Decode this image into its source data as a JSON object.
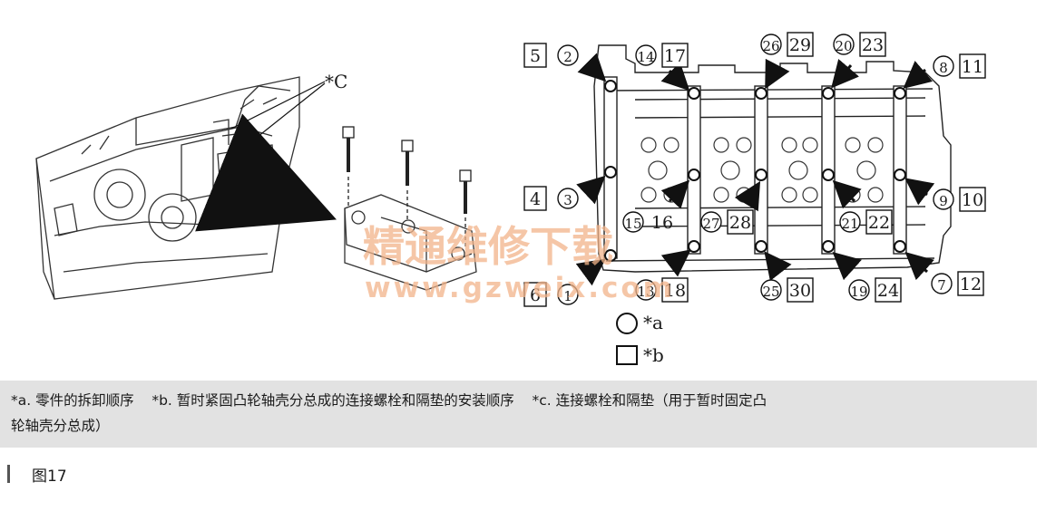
{
  "figure": {
    "label_c": "*C",
    "bolt_labels": {
      "circle": [
        "1",
        "2",
        "3",
        "⑬",
        "⑭",
        "⑮",
        "⑲",
        "⑳",
        "㉑",
        "㉕",
        "㉖",
        "㉗",
        "7",
        "8",
        "9"
      ],
      "square": [
        "5",
        "4",
        "6",
        "17",
        "16",
        "18",
        "29",
        "28",
        "30",
        "23",
        "22",
        "24",
        "11",
        "10",
        "12"
      ]
    },
    "callouts": [
      {
        "circle": "②",
        "square": "5"
      },
      {
        "circle": "③",
        "square": "4"
      },
      {
        "circle": "①",
        "square": "6"
      },
      {
        "circle": "⑭",
        "square": "17"
      },
      {
        "circle": "⑮",
        "square": "16"
      },
      {
        "circle": "⑬",
        "square": "18"
      },
      {
        "circle": "㉖",
        "square": "29"
      },
      {
        "circle": "㉗",
        "square": "28"
      },
      {
        "circle": "㉕",
        "square": "30"
      },
      {
        "circle": "⑳",
        "square": "23"
      },
      {
        "circle": "㉑",
        "square": "22"
      },
      {
        "circle": "⑲",
        "square": "24"
      },
      {
        "circle": "⑧",
        "square": "11"
      },
      {
        "circle": "⑨",
        "square": "10"
      },
      {
        "circle": "⑦",
        "square": "12"
      }
    ],
    "legend": {
      "circle_label": "*a",
      "square_label": "*b"
    },
    "watermark": {
      "text": "精通维修下载",
      "url": "www.gzweix.com"
    }
  },
  "caption": {
    "a": "*a. 零件的拆卸顺序",
    "b": "*b. 暂时紧固凸轮轴壳分总成的连接螺栓和隔垫的安装顺序",
    "c_line1": "*c. 连接螺栓和隔垫（用于暂时固定凸",
    "c_line2": "轮轴壳分总成）"
  },
  "figure_label": "图17"
}
